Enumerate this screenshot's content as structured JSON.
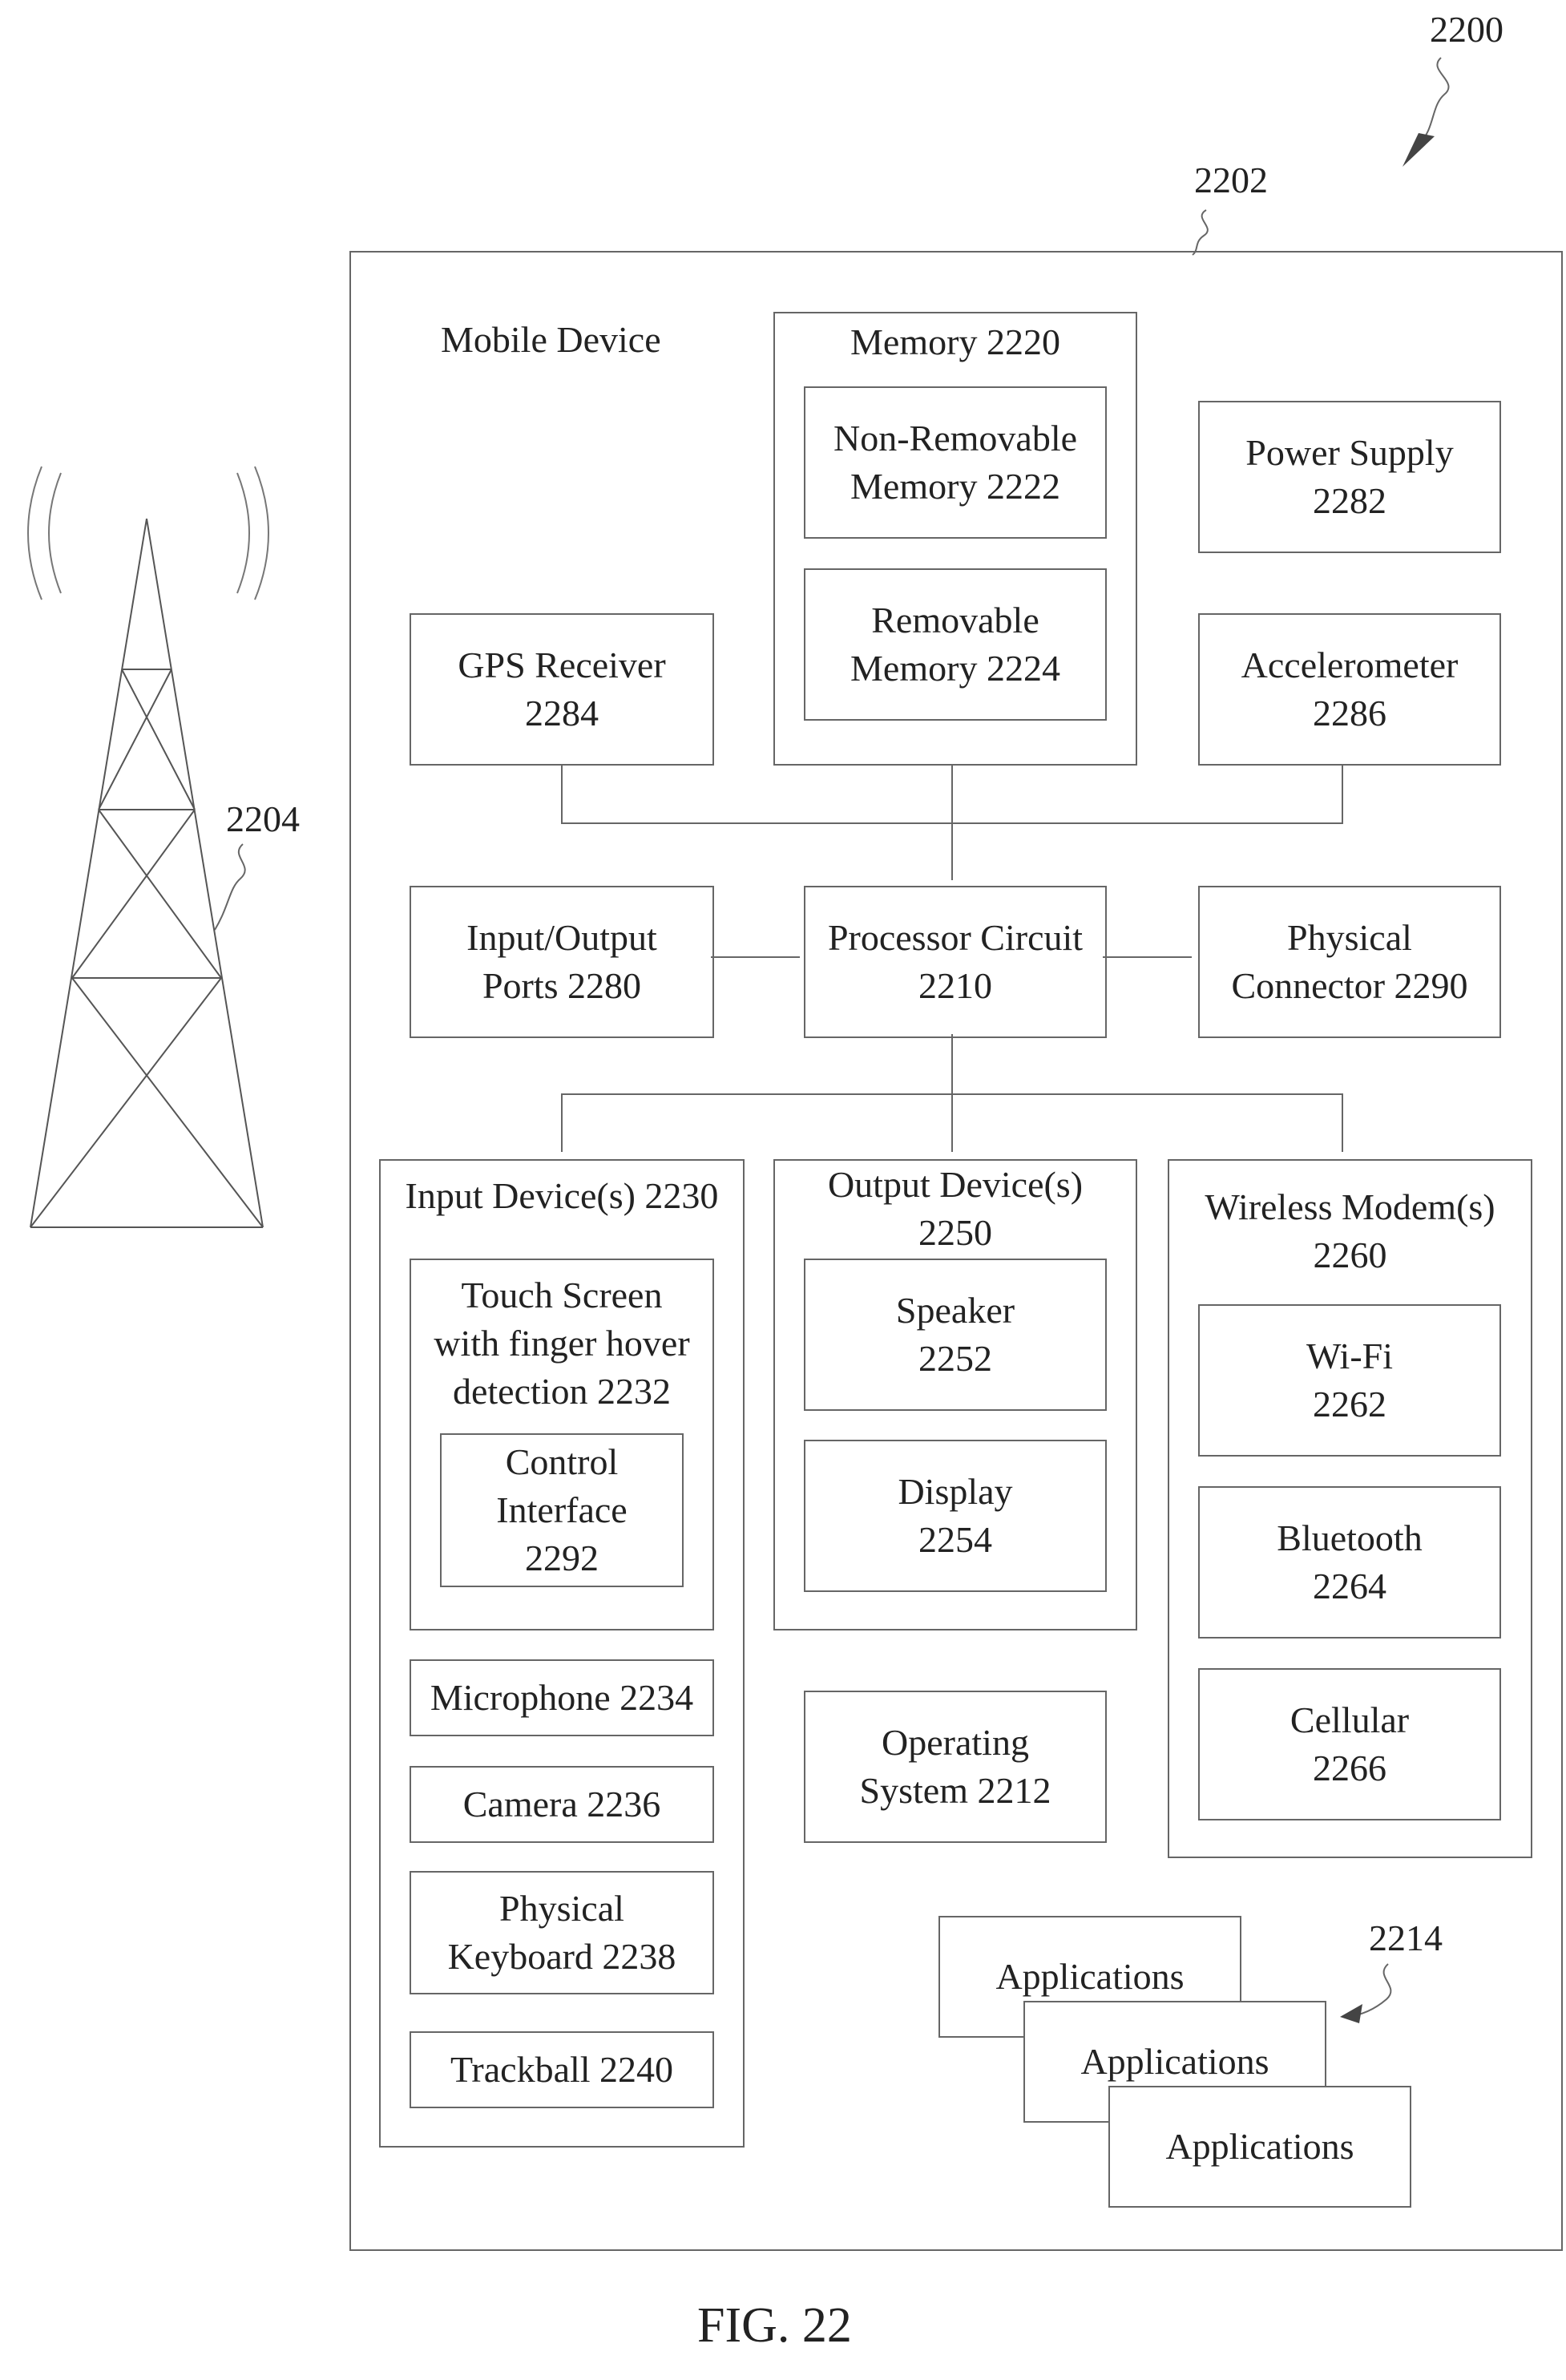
{
  "figure": {
    "number": "FIG. 22",
    "system_ref": "2200",
    "device_ref": "2202",
    "tower_ref": "2204",
    "apps_ref": "2214"
  },
  "device": {
    "title": "Mobile Device"
  },
  "memory": {
    "title": "Memory 2220",
    "non_removable": [
      "Non-Removable",
      "Memory  2222"
    ],
    "removable": [
      "Removable",
      "Memory  2224"
    ]
  },
  "power_supply": [
    "Power Supply",
    "2282"
  ],
  "gps": [
    "GPS Receiver",
    "2284"
  ],
  "accelerometer": [
    "Accelerometer",
    "2286"
  ],
  "io_ports": [
    "Input/Output",
    "Ports 2280"
  ],
  "processor": [
    "Processor Circuit",
    "2210"
  ],
  "physical_connector": [
    "Physical",
    "Connector 2290"
  ],
  "input_devices": {
    "title": "Input Device(s) 2230",
    "touch_screen": [
      "Touch Screen",
      "with finger hover",
      "detection 2232"
    ],
    "control_interface": [
      "Control",
      "Interface",
      "2292"
    ],
    "microphone": "Microphone 2234",
    "camera": "Camera 2236",
    "keyboard": [
      "Physical",
      "Keyboard 2238"
    ],
    "trackball": "Trackball 2240"
  },
  "output_devices": {
    "title": [
      "Output Device(s)",
      "2250"
    ],
    "speaker": [
      "Speaker",
      "2252"
    ],
    "display": [
      "Display",
      "2254"
    ]
  },
  "wireless": {
    "title": [
      "Wireless Modem(s)",
      "2260"
    ],
    "wifi": [
      "Wi-Fi",
      "2262"
    ],
    "bluetooth": [
      "Bluetooth",
      "2264"
    ],
    "cellular": [
      "Cellular",
      "2266"
    ]
  },
  "operating_system": [
    "Operating",
    "System 2212"
  ],
  "applications": [
    "Applications",
    "Applications",
    "Applications"
  ]
}
